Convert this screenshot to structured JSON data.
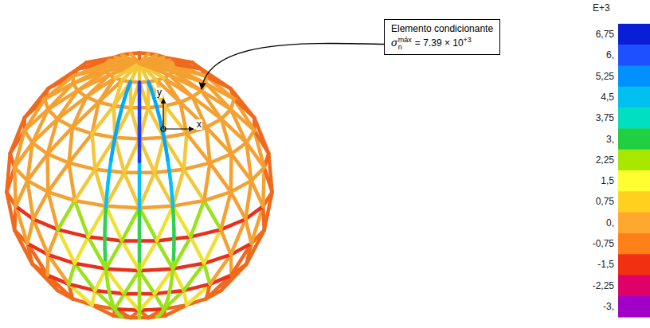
{
  "diagram": {
    "nodes": [
      {
        "text": [
          "Elemento condicionante",
          "σ",
          "n",
          "máx",
          "= 7.39 × 10",
          "+3"
        ]
      }
    ],
    "labels": [
      "E+3",
      "y",
      "x"
    ],
    "legend": [
      {
        "text": "6,75",
        "color": "#0a1ed8"
      },
      {
        "text": "6,",
        "color": "#1e50ff"
      },
      {
        "text": "5,25",
        "color": "#0090ff"
      },
      {
        "text": "4,5",
        "color": "#00c0f0"
      },
      {
        "text": "3,75",
        "color": "#00e0c0"
      },
      {
        "text": "3,",
        "color": "#20d040"
      },
      {
        "text": "2,25",
        "color": "#a8e800"
      },
      {
        "text": "1,5",
        "color": "#ffff30"
      },
      {
        "text": "0,75",
        "color": "#ffd020"
      },
      {
        "text": "0,",
        "color": "#ffa830"
      },
      {
        "text": "-0,75",
        "color": "#ff8018"
      },
      {
        "text": "-1,5",
        "color": "#f03010"
      },
      {
        "text": "-2,25",
        "color": "#e0006a"
      },
      {
        "text": "-3,",
        "color": "#a000c8"
      }
    ]
  }
}
